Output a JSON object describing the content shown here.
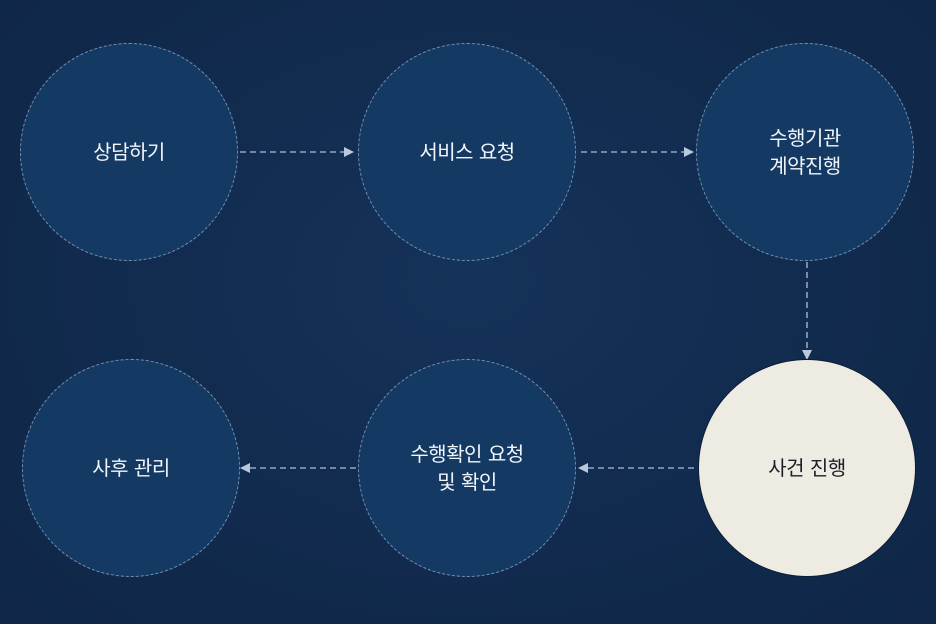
{
  "diagram": {
    "steps": [
      {
        "label": "상담하기"
      },
      {
        "label": "서비스 요청"
      },
      {
        "label": "수행기관\n계약진행"
      },
      {
        "label": "사건 진행"
      },
      {
        "label": "수행확인 요청\n및 확인"
      },
      {
        "label": "사후 관리"
      }
    ],
    "active_step": 4,
    "colors": {
      "background": "#112a4c",
      "circle_fill": "#143a64",
      "circle_border": "#c4d4ec",
      "active_fill": "#eeebe2",
      "active_text": "#1a1e26",
      "text": "#f2f5fa",
      "arrow": "#b9c8dd"
    }
  }
}
